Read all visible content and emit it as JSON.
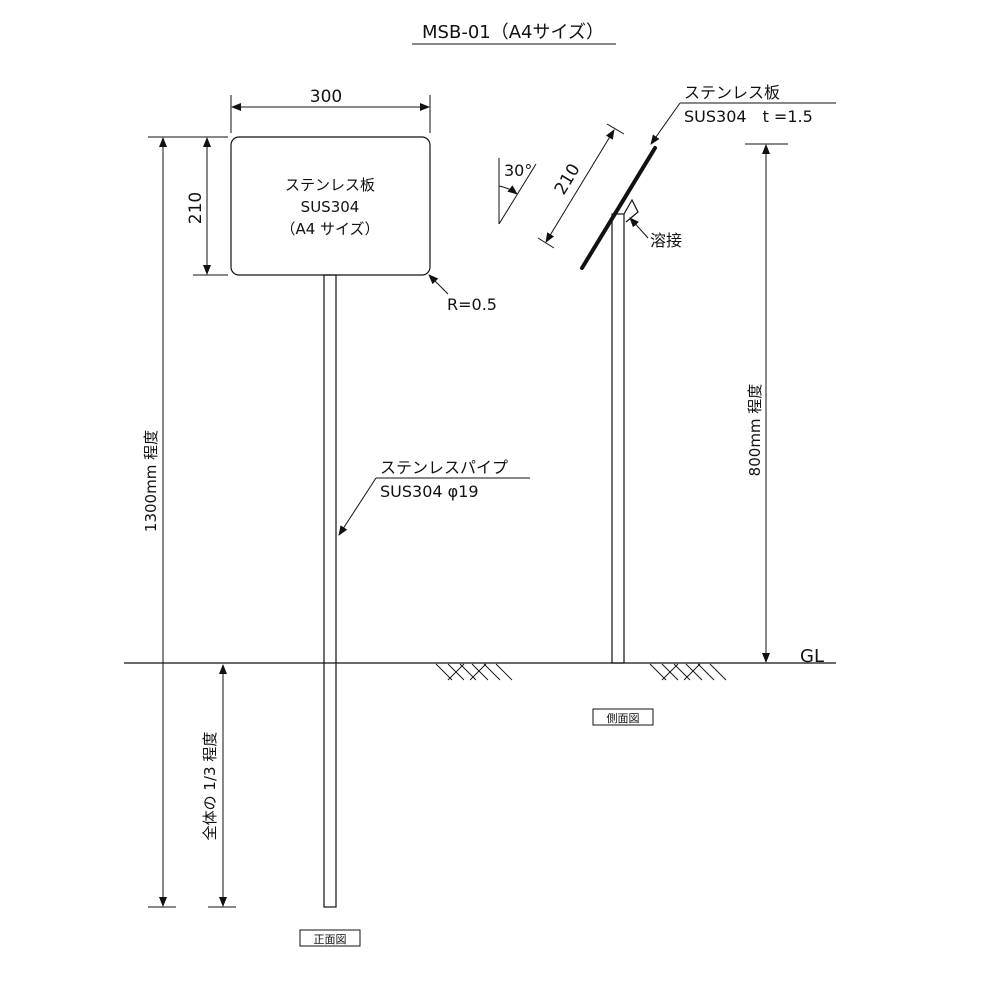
{
  "title": "MSB-01（A4サイズ）",
  "front": {
    "width": "300",
    "height": "210",
    "plate": [
      "ステンレス板",
      "SUS304",
      "（A4 サイズ）"
    ],
    "radius": "R=0.5",
    "pipe": [
      "ステンレスパイプ",
      "SUS304 φ19"
    ],
    "total": "1300mm 程度",
    "buried": "全体の 1/3 程度",
    "view_label": "正面図"
  },
  "side": {
    "angle": "30°",
    "plate_len": "210",
    "plate": [
      "ステンレス板",
      "SUS304　t =1.5"
    ],
    "weld": "溶接",
    "height": "800mm 程度",
    "ground": "GL",
    "view_label": "側面図"
  }
}
